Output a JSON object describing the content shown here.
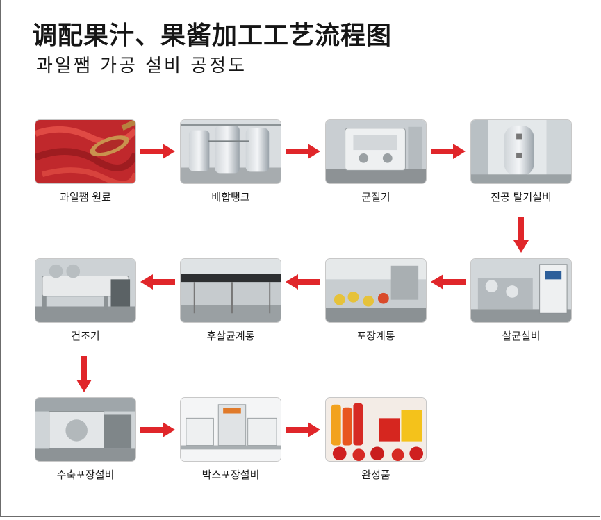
{
  "title": "调配果汁、果酱加工工艺流程图",
  "subtitle": "과일쨈 가공 설비 공정도",
  "steps": [
    {
      "label": "과일쨈 원료"
    },
    {
      "label": "배합탱크"
    },
    {
      "label": "균질기"
    },
    {
      "label": "진공 탈기설비"
    },
    {
      "label": "살균설비"
    },
    {
      "label": "포장계통"
    },
    {
      "label": "후살균계통"
    },
    {
      "label": "건조기"
    },
    {
      "label": "수축포장설비"
    },
    {
      "label": "박스포장설비"
    },
    {
      "label": "완성품"
    }
  ],
  "colors": {
    "arrow": "#e0262a",
    "border": "#6c6c6c"
  }
}
